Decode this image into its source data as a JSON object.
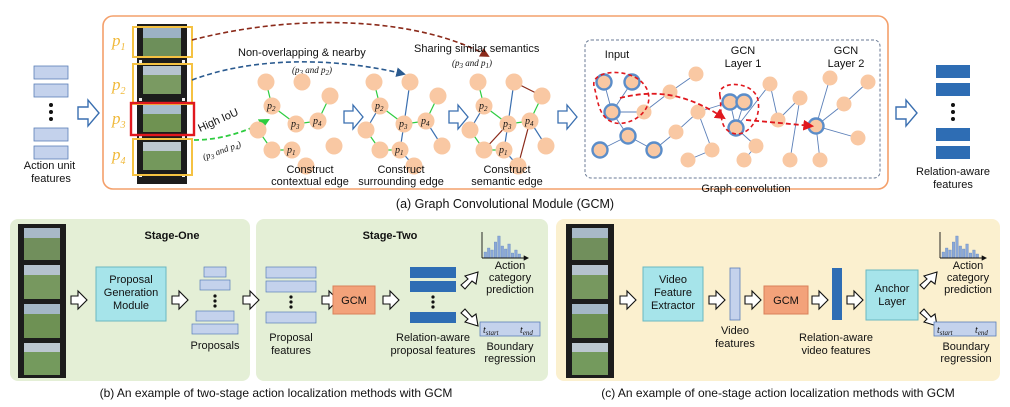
{
  "gcm": {
    "input_label": [
      "Action unit",
      "features"
    ],
    "output_label": [
      "Relation-aware",
      "features"
    ],
    "frame_labels": [
      "p",
      "p",
      "p",
      "p"
    ],
    "frame_subs": [
      "1",
      "2",
      "3",
      "4"
    ],
    "annotations": {
      "non_overlap": "Non-overlapping & nearby",
      "non_overlap_pair": [
        "(p",
        "3",
        " and p",
        "2",
        ")"
      ],
      "sharing": "Sharing similar semantics",
      "sharing_pair": [
        "(p",
        "3",
        " and p",
        "1",
        ")"
      ],
      "high_iou": "High IoU",
      "high_iou_pair": [
        "(p",
        "3",
        " and p",
        "4",
        ")"
      ]
    },
    "graph_node_labels": [
      "p",
      "p",
      "p",
      "p"
    ],
    "graph_node_subs": [
      "2",
      "3",
      "4",
      "1"
    ],
    "steps": [
      [
        "Construct",
        "contextual edge"
      ],
      [
        "Construct",
        "surrounding edge"
      ],
      [
        "Construct",
        "semantic edge"
      ]
    ],
    "conv_columns": [
      [
        "Input"
      ],
      [
        "GCN",
        "Layer 1"
      ],
      [
        "GCN",
        "Layer 2"
      ]
    ],
    "conv_caption": "Graph convolution",
    "caption": "(a) Graph Convolutional Module (GCM)"
  },
  "two_stage": {
    "stage_one": "Stage-One",
    "stage_two": "Stage-Two",
    "proposal_module": [
      "Proposal",
      "Generation",
      "Module"
    ],
    "proposals": "Proposals",
    "proposal_features": [
      "Proposal",
      "features"
    ],
    "gcm": "GCM",
    "relation_features": [
      "Relation-aware",
      "proposal features"
    ],
    "action_pred": [
      "Action",
      "category",
      "prediction"
    ],
    "boundary": [
      "Boundary",
      "regression"
    ],
    "t_start": [
      "t",
      "start"
    ],
    "t_end": [
      "t",
      "end"
    ],
    "caption": "(b) An example of two-stage action localization methods with GCM"
  },
  "one_stage": {
    "extractor": [
      "Video",
      "Feature",
      "Extractor"
    ],
    "video_features": [
      "Video",
      "features"
    ],
    "gcm": "GCM",
    "relation_features": [
      "Relation-aware",
      "video features"
    ],
    "anchor": [
      "Anchor",
      "Layer"
    ],
    "action_pred": [
      "Action",
      "category",
      "prediction"
    ],
    "boundary": [
      "Boundary",
      "regression"
    ],
    "t_start": [
      "t",
      "start"
    ],
    "t_end": [
      "t",
      "end"
    ],
    "caption": "(c) An example of one-stage action localization methods with GCM"
  },
  "colors": {
    "panel_a_border": "#f4a06b",
    "panel_b_bg": "#e4efd6",
    "panel_c_bg": "#fbf0cf",
    "node": "#f9c8a3",
    "node_ring": "#5b8dc9",
    "feature_light": "#c4d2ec",
    "feature_dark": "#2e6db4",
    "module_teal": "#a6e4ea",
    "gcm_orange": "#f3a27a",
    "frame_gold": "#f5c242",
    "highlight_red": "#e0181e",
    "green_edge": "#2ecc40",
    "blue_edge": "#3a6fb0",
    "brown_edge": "#8b2a1a"
  }
}
